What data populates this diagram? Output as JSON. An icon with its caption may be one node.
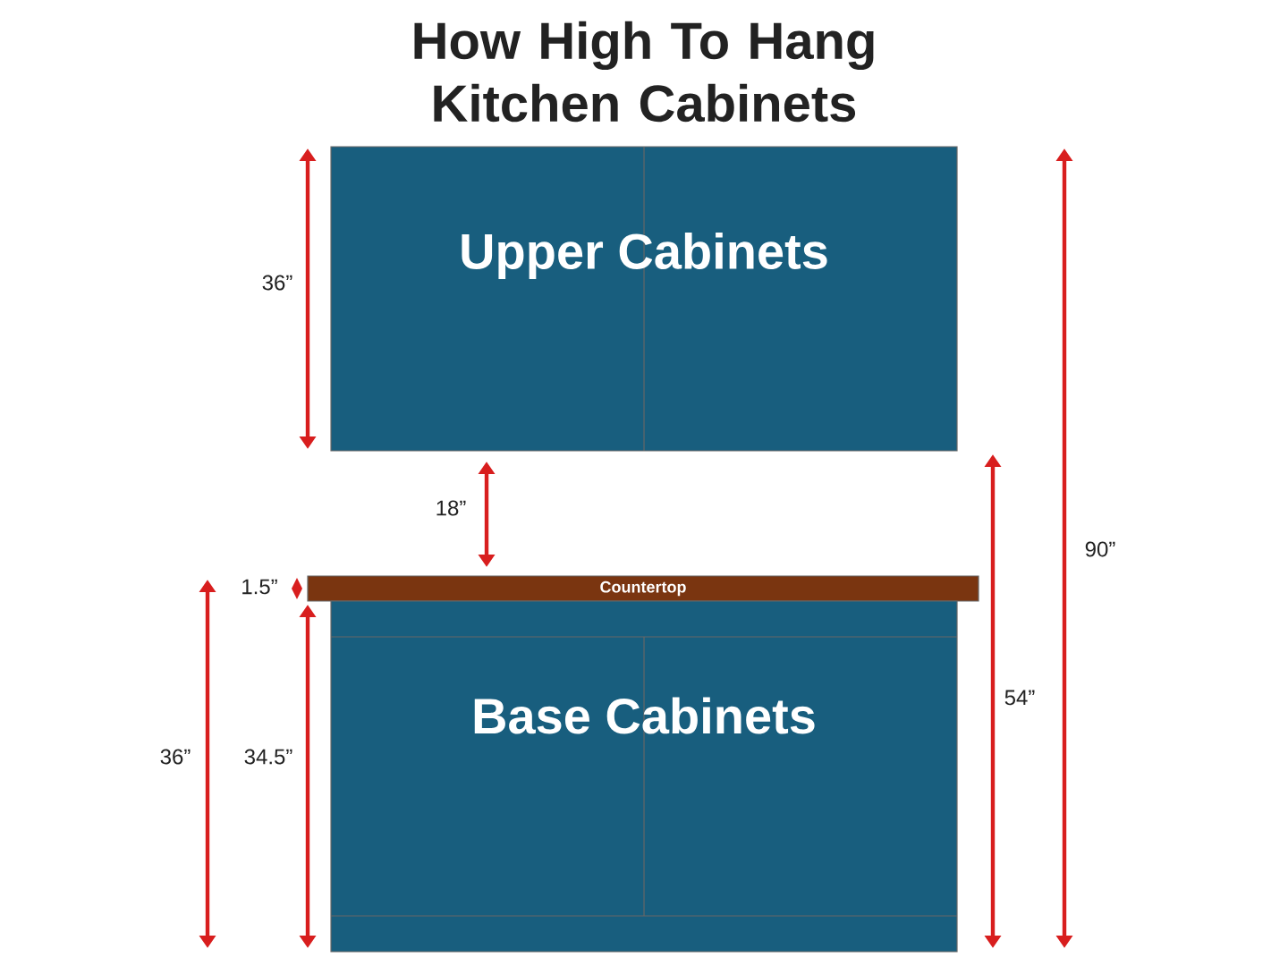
{
  "diagram": {
    "title": "How High To Hang Kitchen Cabinets",
    "nodes": [
      {
        "text": [
          "Upper Cabinets"
        ]
      },
      {
        "text": [
          "Countertop"
        ]
      },
      {
        "text": [
          "Base Cabinets"
        ]
      }
    ],
    "labels": [
      "36”",
      "18”",
      "90”",
      "1.5”",
      "36”",
      "34.5”",
      "54”"
    ]
  }
}
